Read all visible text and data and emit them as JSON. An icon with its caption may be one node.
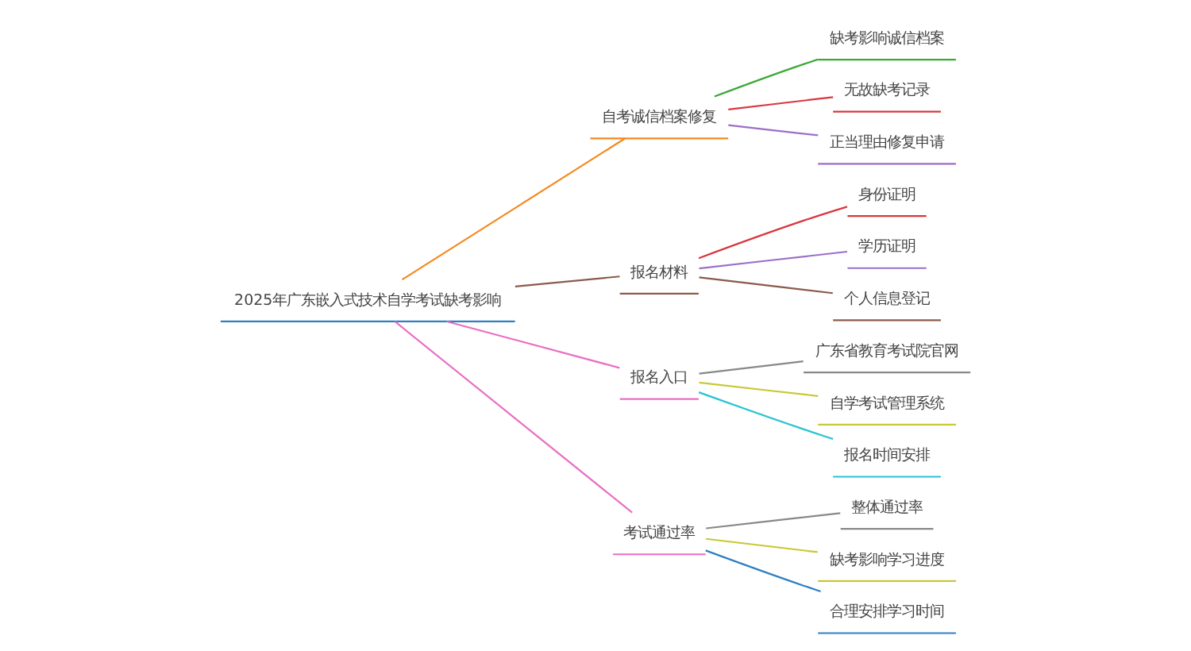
{
  "diagram": {
    "nodes": [
      {
        "text": [
          "2025年广东嵌入式技术自学考试缺考影响"
        ]
      },
      {
        "text": [
          "自考诚信档案修复"
        ]
      },
      {
        "text": [
          "缺考影响诚信档案"
        ]
      },
      {
        "text": [
          "无故缺考记录"
        ]
      },
      {
        "text": [
          "正当理由修复申请"
        ]
      },
      {
        "text": [
          "报名材料"
        ]
      },
      {
        "text": [
          "身份证明"
        ]
      },
      {
        "text": [
          "学历证明"
        ]
      },
      {
        "text": [
          "个人信息登记"
        ]
      },
      {
        "text": [
          "报名入口"
        ]
      },
      {
        "text": [
          "广东省教育考试院官网"
        ]
      },
      {
        "text": [
          "自学考试管理系统"
        ]
      },
      {
        "text": [
          "报名时间安排"
        ]
      },
      {
        "text": [
          "考试通过率"
        ]
      },
      {
        "text": [
          "整体通过率"
        ]
      },
      {
        "text": [
          "缺考影响学习进度"
        ]
      },
      {
        "text": [
          "合理安排学习时间"
        ]
      }
    ],
    "edges": [
      {
        "from": 0,
        "to": 1,
        "arrow": "none",
        "color": "#f5891e"
      },
      {
        "from": 1,
        "to": 2,
        "arrow": "none",
        "color": "#3aa935"
      },
      {
        "from": 1,
        "to": 3,
        "arrow": "none",
        "color": "#d9363e"
      },
      {
        "from": 1,
        "to": 4,
        "arrow": "none",
        "color": "#9b6fc8"
      },
      {
        "from": 0,
        "to": 5,
        "arrow": "none",
        "color": "#8b5a4a"
      },
      {
        "from": 5,
        "to": 6,
        "arrow": "none",
        "color": "#d9363e"
      },
      {
        "from": 5,
        "to": 7,
        "arrow": "none",
        "color": "#9b6fc8"
      },
      {
        "from": 5,
        "to": 8,
        "arrow": "none",
        "color": "#8b5a4a"
      },
      {
        "from": 0,
        "to": 9,
        "arrow": "none",
        "color": "#e86fc4"
      },
      {
        "from": 9,
        "to": 10,
        "arrow": "none",
        "color": "#888888"
      },
      {
        "from": 9,
        "to": 11,
        "arrow": "none",
        "color": "#c8c832"
      },
      {
        "from": 9,
        "to": 12,
        "arrow": "none",
        "color": "#27c3d3"
      },
      {
        "from": 0,
        "to": 13,
        "arrow": "none",
        "color": "#e86fc4"
      },
      {
        "from": 13,
        "to": 14,
        "arrow": "none",
        "color": "#888888"
      },
      {
        "from": 13,
        "to": 15,
        "arrow": "none",
        "color": "#c8c832"
      },
      {
        "from": 13,
        "to": 16,
        "arrow": "none",
        "color": "#2f7fc1"
      }
    ]
  }
}
